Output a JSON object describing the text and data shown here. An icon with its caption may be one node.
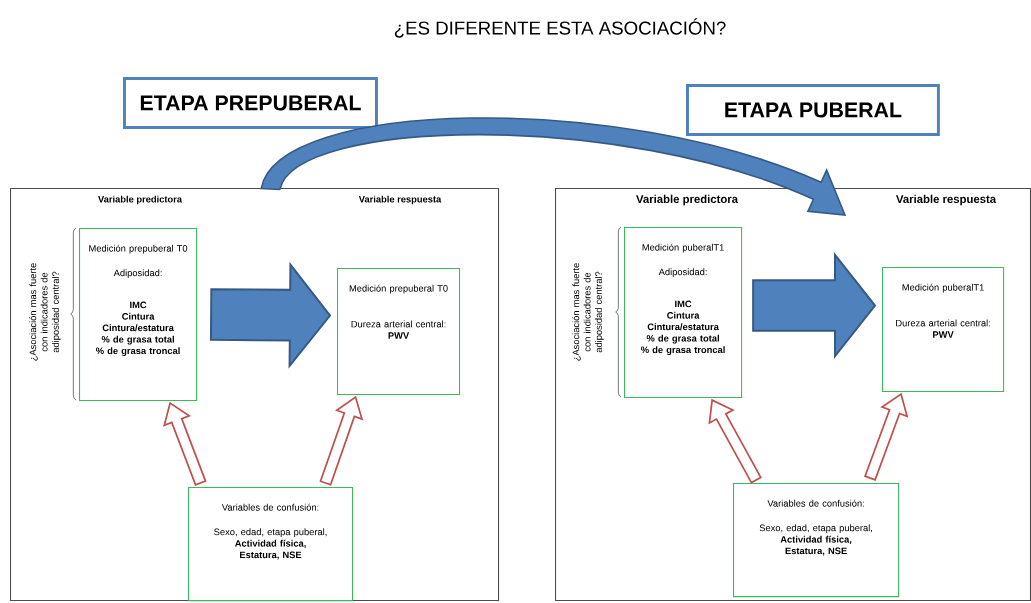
{
  "diagram": {
    "title": "¿ES DIFERENTE ESTA ASOCIACIÓN?",
    "nodes": [
      {
        "text": [
          "Variable predictora",
          "Variable respuesta"
        ]
      },
      {
        "text": [
          "Medición prepuberal T0",
          "Adiposidad:",
          "IMC",
          "Cintura",
          "Cintura/estatura",
          "% de grasa total",
          "% de grasa troncal"
        ],
        "in": 0
      },
      {
        "text": [
          "Medición prepuberal T0",
          "Dureza arterial central:",
          "PWV"
        ],
        "in": 0
      },
      {
        "text": [
          "Variables de confusión:",
          "Sexo, edad, etapa puberal,",
          "Actividad física, Estatura, NSE"
        ],
        "in": 0
      },
      {
        "text": [
          "ETAPA PREPUBERAL"
        ]
      },
      {
        "text": [
          "Variable predictora",
          "Variable respuesta"
        ]
      },
      {
        "text": [
          "Medición puberalT1",
          "Adiposidad:",
          "IMC",
          "Cintura",
          "Cintura/estatura",
          "% de grasa total",
          "% de grasa troncal"
        ],
        "in": 5
      },
      {
        "text": [
          "Medición puberalT1",
          "Dureza arterial central:",
          "PWV"
        ],
        "in": 5
      },
      {
        "text": [
          "Variables de confusión:",
          "Sexo, edad, etapa puberal,",
          "Actividad física, Estatura, NSE"
        ],
        "in": 5
      },
      {
        "text": [
          "ETAPA PUBERAL"
        ]
      }
    ],
    "edges": [
      {
        "from": 1,
        "to": 2,
        "arrow": "to",
        "style": "thick",
        "color": "#4f81bd"
      },
      {
        "from": 3,
        "to": 1,
        "arrow": "to",
        "color": "#c0504d"
      },
      {
        "from": 3,
        "to": 2,
        "arrow": "to",
        "color": "#c0504d"
      },
      {
        "from": 0,
        "to": 5,
        "arrow": "to",
        "style": "thick",
        "color": "#4f81bd"
      },
      {
        "from": 6,
        "to": 7,
        "arrow": "to",
        "style": "thick",
        "color": "#4f81bd"
      },
      {
        "from": 8,
        "to": 6,
        "arrow": "to",
        "color": "#c0504d"
      },
      {
        "from": 8,
        "to": 7,
        "arrow": "to",
        "color": "#c0504d"
      }
    ],
    "labels": [
      "¿Asociación mas fuerte con indicadores de adiposidad central?",
      "¿Asociación mas fuerte con indicadores de adiposidad central?"
    ]
  }
}
